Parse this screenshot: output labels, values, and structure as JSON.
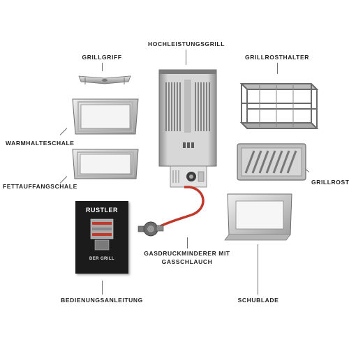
{
  "labels": {
    "hochleistungsgrill": "HOCHLEISTUNGSGRILL",
    "grillgriff": "GRILLGRIFF",
    "grillrosthalter": "GRILLROSTHALTER",
    "warmhalteschale": "WARMHALTESCHALE",
    "fettauffangschale": "FETTAUFFANGSCHALE",
    "grillrost": "GRILLROST",
    "gasdruckminderer_line1": "GASDRUCKMINDERER MIT",
    "gasdruckminderer_line2": "GASSCHLAUCH",
    "bedienungsanleitung": "BEDIENUNGSANLEITUNG",
    "schublade": "SCHUBLADE"
  },
  "manual": {
    "brand": "RUSTLER",
    "subtitle": "DER GRILL"
  },
  "colors": {
    "steel_light": "#d9d9d9",
    "steel_mid": "#a7a7a7",
    "steel_dark": "#6e6e6e",
    "hose_red": "#c0392b",
    "manual_black": "#1b1b1b"
  }
}
